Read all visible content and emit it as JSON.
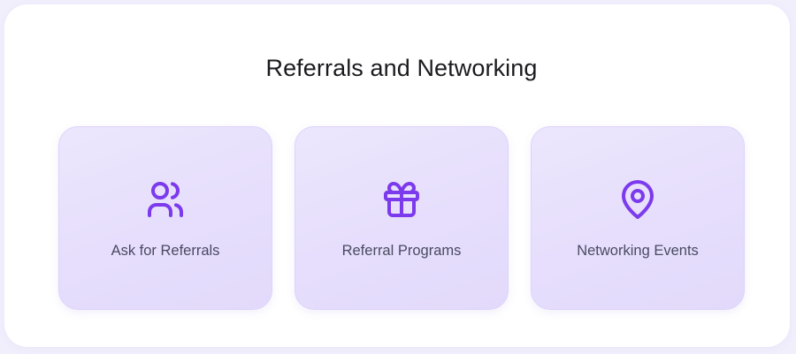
{
  "section": {
    "title": "Referrals and Networking"
  },
  "theme": {
    "accent": "#7c3aed",
    "card_bg": "#e8e1fc",
    "card_border": "#ddd3fa",
    "label_color": "#4a4a62",
    "title_color": "#1b1b1f",
    "page_bg": "#f1effc",
    "panel_bg": "#ffffff"
  },
  "cards": [
    {
      "icon": "users-icon",
      "label": "Ask for Referrals"
    },
    {
      "icon": "gift-icon",
      "label": "Referral Programs"
    },
    {
      "icon": "map-pin-icon",
      "label": "Networking Events"
    }
  ]
}
